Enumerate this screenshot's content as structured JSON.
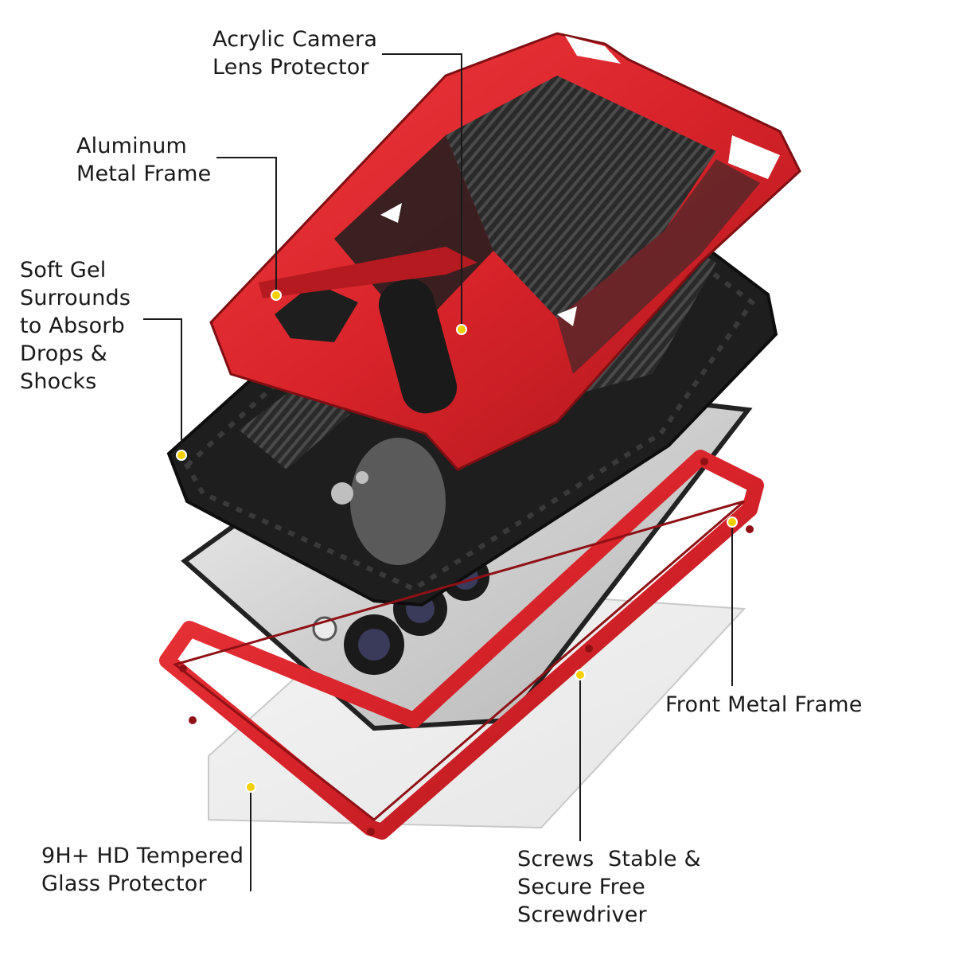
{
  "labels": {
    "lens_protector": "Acrylic Camera\nLens Protector",
    "aluminum_frame": "Aluminum\nMetal Frame",
    "soft_gel": "Soft Gel\nSurrounds\nto Absorb\nDrops &\nShocks",
    "front_frame": "Front Metal Frame",
    "tempered_glass": "9H+ HD Tempered\nGlass Protector",
    "screws": "Screws  Stable &\nSecure Free\nScrewdriver"
  },
  "colors": {
    "frame_red": "#d8232a",
    "frame_red_dark": "#9e1418",
    "gel_black": "#1e1e1e",
    "phone_silver": "#d9d9d9",
    "marker_yellow": "#f5d000",
    "leader_line": "#1a1a1a"
  }
}
